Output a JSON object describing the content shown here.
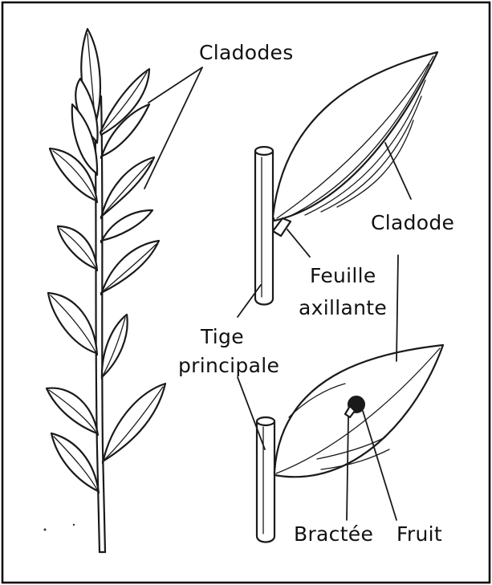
{
  "diagram": {
    "labels": {
      "cladodes": "Cladodes",
      "cladode": "Cladode",
      "feuille": "Feuille",
      "axillante": "axillante",
      "tige": "Tige",
      "principale": "principale",
      "bractee": "Bractée",
      "fruit": "Fruit"
    }
  }
}
